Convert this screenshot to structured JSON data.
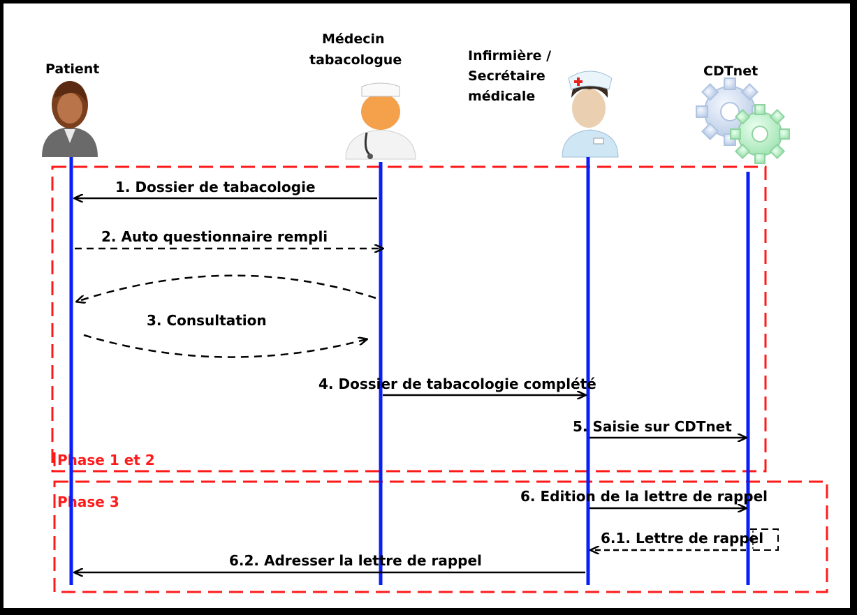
{
  "actors": [
    {
      "id": "patient",
      "lines": [
        "Patient"
      ]
    },
    {
      "id": "medecin",
      "lines": [
        "Médecin",
        "tabacologue"
      ]
    },
    {
      "id": "infirmiere",
      "lines": [
        "Infirmière /",
        "Secrétaire",
        "médicale"
      ]
    },
    {
      "id": "cdtnet",
      "lines": [
        "CDTnet"
      ]
    }
  ],
  "phases": [
    {
      "label": "Phase 1 et 2"
    },
    {
      "label": "Phase 3"
    }
  ],
  "messages": [
    {
      "id": "m1",
      "label": "1. Dossier de tabacologie",
      "style": "solid"
    },
    {
      "id": "m2",
      "label": "2. Auto questionnaire rempli",
      "style": "dashed"
    },
    {
      "id": "m3",
      "label": "3. Consultation",
      "style": "dashed"
    },
    {
      "id": "m4",
      "label": "4. Dossier de tabacologie complété",
      "style": "solid"
    },
    {
      "id": "m5",
      "label": "5. Saisie sur CDTnet",
      "style": "solid"
    },
    {
      "id": "m6",
      "label": "6. Edition de la lettre de rappel",
      "style": "solid"
    },
    {
      "id": "m61",
      "label": "6.1. Lettre de rappel",
      "style": "dashed"
    },
    {
      "id": "m62",
      "label": "6.2. Adresser la lettre de rappel",
      "style": "solid"
    }
  ],
  "colors": {
    "lifeline": "#0a1ff5",
    "phase_border": "#ff1a1a",
    "arrow": "#000000"
  }
}
